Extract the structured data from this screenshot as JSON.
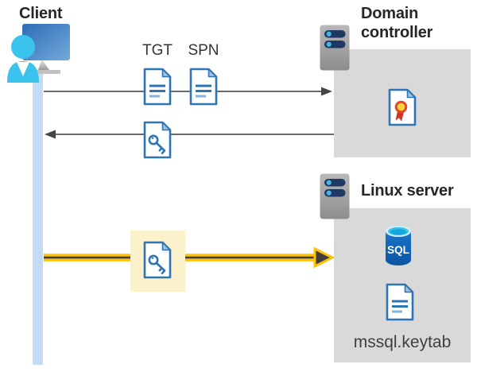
{
  "nodes": {
    "client": {
      "label": "Client"
    },
    "domain_controller": {
      "label": "Domain controller"
    },
    "linux_server": {
      "label": "Linux server"
    }
  },
  "tickets": {
    "tgt_label": "TGT",
    "spn_label": "SPN"
  },
  "files": {
    "keytab_label": "mssql.keytab",
    "sql_badge": "SQL"
  },
  "colors": {
    "doc_blue": "#2e75b6",
    "doc_fold_blue": "#9dc3e6",
    "arrow_gray": "#555555",
    "service_arrow_yellow": "#ffc103",
    "node_box_gray": "#d9d9d9",
    "highlight_cream": "#fbf2cb",
    "lifeline_blue": "#c2dcf6",
    "person_cyan": "#3ac3ed",
    "server_bar_navy": "#1f3864",
    "server_led_cyan": "#45b5e8",
    "sql_body_blue": "#1266c2",
    "sql_top_cyan": "#35c3ea",
    "cert_seal_yellow": "#ffd43a",
    "cert_seal_red": "#e8442e",
    "cert_ribbon_red": "#cf3323"
  }
}
